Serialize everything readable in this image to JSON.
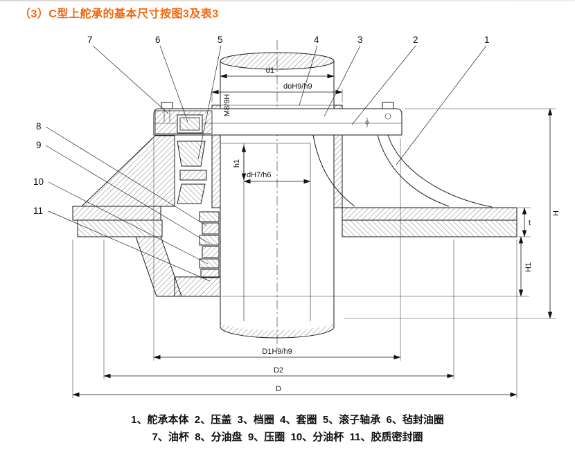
{
  "header": {
    "title": "（3）C型上舵承的基本尺寸按图3及表3"
  },
  "drawing": {
    "callouts": {
      "n1": "1",
      "n2": "2",
      "n3": "3",
      "n4": "4",
      "n5": "5",
      "n6": "6",
      "n7": "7",
      "n8": "8",
      "n9": "9",
      "n10": "10",
      "n11": "11"
    },
    "dims": {
      "d1": "d1",
      "dO": "doH9/h9",
      "thread": "M8/9H",
      "h1": "h1",
      "dBore": "dH7/h6",
      "D1": "D1H9/h9",
      "D2": "D2",
      "D": "D",
      "H": "H",
      "t": "t",
      "H1": "H1"
    }
  },
  "legend": {
    "line1": "1、舵承本体  2、压盖  3、档圈  4、套圈  5、滚子轴承  6、毡封油圈",
    "line2": "7、油杯  8、分油盘  9、压圈  10、分油杯  11、胶质密封圈"
  }
}
